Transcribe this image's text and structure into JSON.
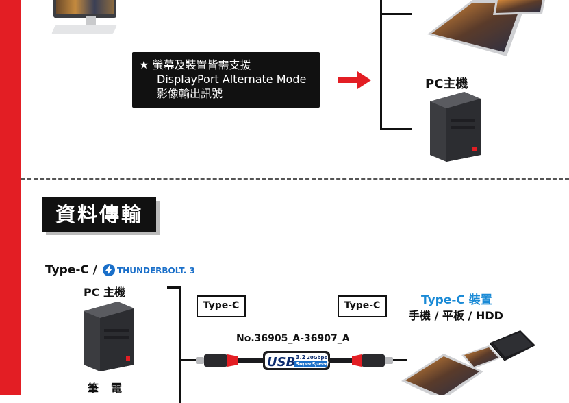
{
  "notice": {
    "star": "★",
    "line1": "螢幕及裝置皆需支援",
    "line2": "DisplayPort Alternate Mode",
    "line3": "影像輸出訊號"
  },
  "top_section": {
    "pc_label": "PC主機"
  },
  "data_section": {
    "title": "資料傳輸",
    "typec_prefix": "Type-C /",
    "thunderbolt_text": "THUNDERBOLT. 3",
    "pc_main_label": "PC 主機",
    "notebook_label": "筆電",
    "left_connector": "Type-C",
    "right_connector": "Type-C",
    "model_number": "No.36905_A-36907_A",
    "usb_logo_text": "USB",
    "usb_version": "3.2",
    "usb_speed": "20Gbps",
    "usb_superspeed": "SuperSpeed",
    "device_title": "Type-C 裝置",
    "device_subtitle": "手機 / 平板 / HDD"
  },
  "colors": {
    "accent_red": "#e31e24",
    "typec_blue": "#1a8ad6",
    "thunderbolt_blue": "#1a6fc9"
  }
}
